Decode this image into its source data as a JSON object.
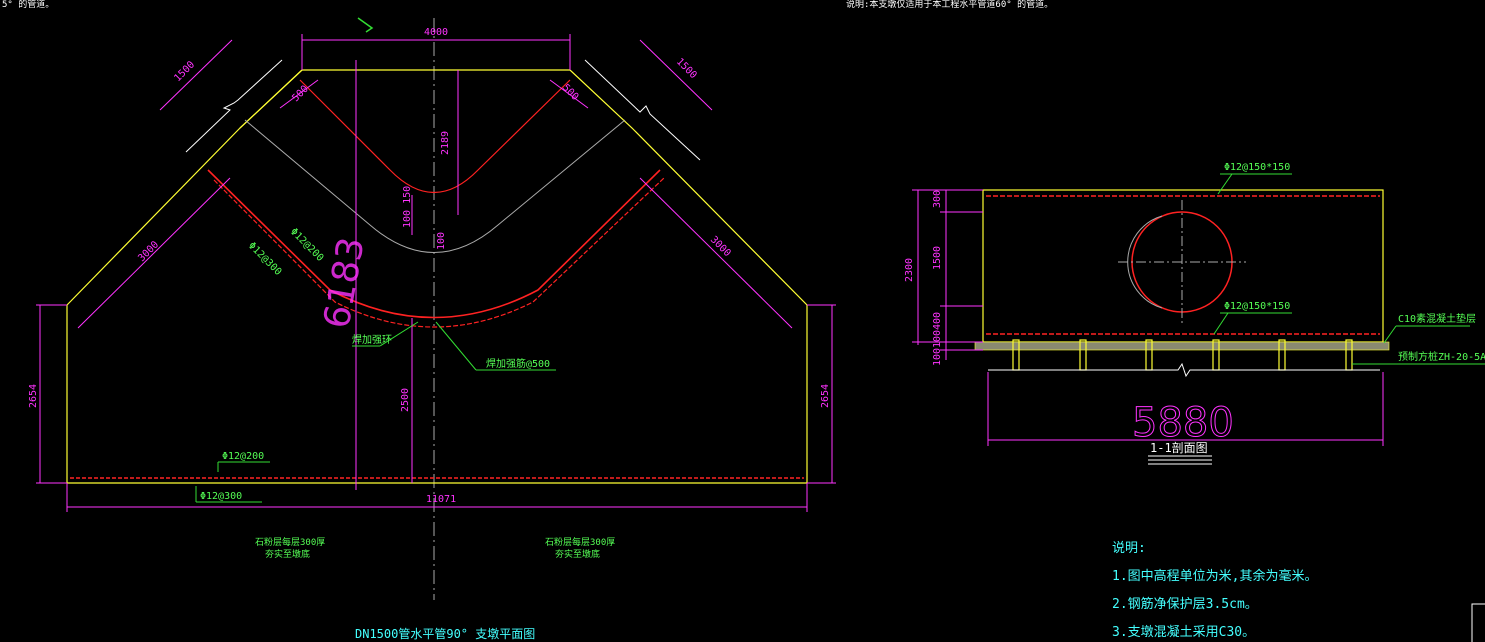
{
  "header": {
    "left_note": "5° 的管道。",
    "right_note": "说明:本支墩仅适用于本工程水平管道60° 的管道。"
  },
  "plan": {
    "dim_top": "4000",
    "dim_left_1500": "1500",
    "dim_right_1500": "1500",
    "dim_left_500": "500",
    "dim_right_500": "500",
    "dim_depth_2189": "2189",
    "dim_100_150": "100_150",
    "dim_100_mid": "100",
    "dim_left_3000": "3000",
    "dim_right_3000": "3000",
    "dim_left_2654": "2654",
    "dim_right_2654": "2654",
    "dim_2500": "2500",
    "dim_bottom": "11071",
    "big_number": "6183",
    "rebar_1": "Φ12@200",
    "rebar_2": "Φ12@300",
    "rebar_bottom_1": "Φ12@200",
    "rebar_bottom_2": "Φ12@300",
    "label_ring": "焊加强环",
    "label_rib": "焊加强筋@500",
    "foundation_left_1": "石粉层每层300厚",
    "foundation_left_2": "夯实至墩底",
    "foundation_right_1": "石粉层每层300厚",
    "foundation_right_2": "夯实至墩底",
    "title": "DN1500管水平管90° 支墩平面图"
  },
  "section": {
    "rebar_top": "Φ12@150*150",
    "rebar_mid": "Φ12@150*150",
    "dim_300": "300",
    "dim_1500": "1500",
    "dim_400": "400",
    "dim_100": "100",
    "dim_100b": "100",
    "dim_2300": "2300",
    "label_c10": "C10素混凝土垫层",
    "label_pile": "预制方桩ZH-20-5A",
    "width_big": "5880",
    "title": "1-1剖面图"
  },
  "notes": {
    "heading": "说明:",
    "line1": "1.图中高程单位为米,其余为毫米。",
    "line2": "2.钢筋净保护层3.5cm。",
    "line3": "3.支墩混凝土采用C30。"
  },
  "colors": {
    "outline": "#ffff33",
    "rebar": "#ff2222",
    "dimension": "#ff33ff",
    "leader": "#33dd33",
    "centerline": "#aaaaaa",
    "text": "#ffffff"
  }
}
